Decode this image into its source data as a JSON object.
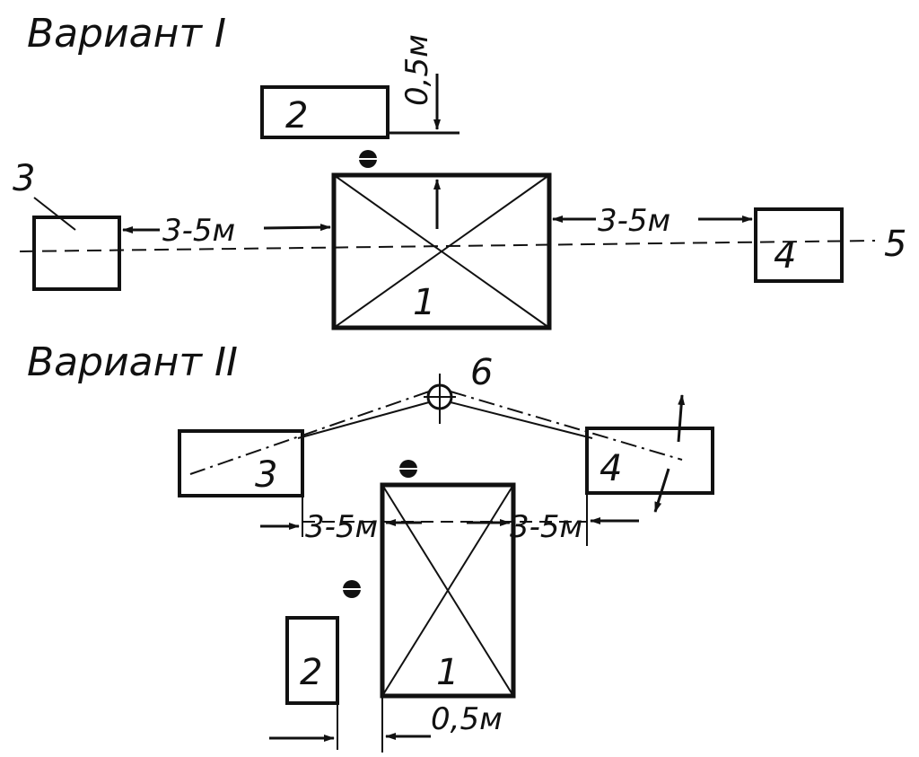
{
  "variant1": {
    "title": "Вариант I",
    "dim_top": "0,5м",
    "dim_left": "3-5м",
    "dim_right": "3-5м",
    "labels": {
      "l1": "1",
      "l2": "2",
      "l3": "3",
      "l4": "4",
      "l5": "5"
    }
  },
  "variant2": {
    "title": "Вариант II",
    "dim_left": "3-5м",
    "dim_right": "3-5м",
    "dim_bottom": "0,5м",
    "labels": {
      "l1": "1",
      "l2": "2",
      "l3": "3",
      "l4": "4",
      "l6": "6"
    }
  },
  "colors": {
    "ink": "#111111",
    "background": "#ffffff"
  }
}
